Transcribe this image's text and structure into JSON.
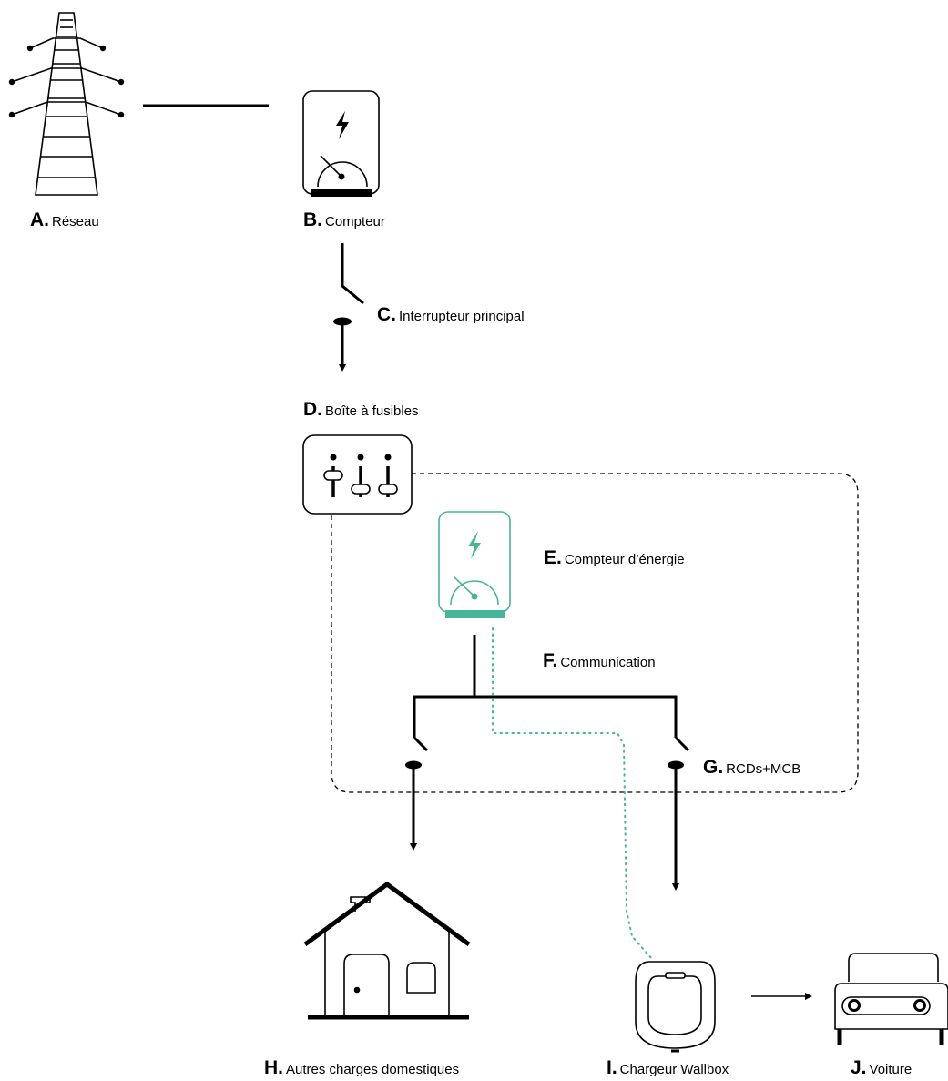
{
  "colors": {
    "ink": "#000000",
    "accent": "#46b59a"
  },
  "labels": {
    "reseau": {
      "letter": "A.",
      "text": "Réseau"
    },
    "compteur": {
      "letter": "B.",
      "text": "Compteur"
    },
    "interrupteur": {
      "letter": "C.",
      "text": "Interrupteur principal"
    },
    "boite": {
      "letter": "D.",
      "text": "Boîte à fusibles"
    },
    "energie": {
      "letter": "E.",
      "text": "Compteur d’énergie"
    },
    "communication": {
      "letter": "F.",
      "text": "Communication"
    },
    "rcd": {
      "letter": "G.",
      "text": "RCDs+MCB"
    },
    "autres": {
      "letter": "H.",
      "text": "Autres charges domestiques"
    },
    "chargeur": {
      "letter": "I.",
      "text": "Chargeur Wallbox"
    },
    "voiture": {
      "letter": "J.",
      "text": "Voiture"
    }
  },
  "icons": {
    "tower": "power-tower-icon",
    "meter": "power-meter-icon",
    "switch": "main-switch-icon",
    "fuse_box": "fuse-box-icon",
    "energy_meter": "energy-meter-icon",
    "house": "house-icon",
    "charger": "wallbox-charger-icon",
    "car": "car-icon"
  }
}
